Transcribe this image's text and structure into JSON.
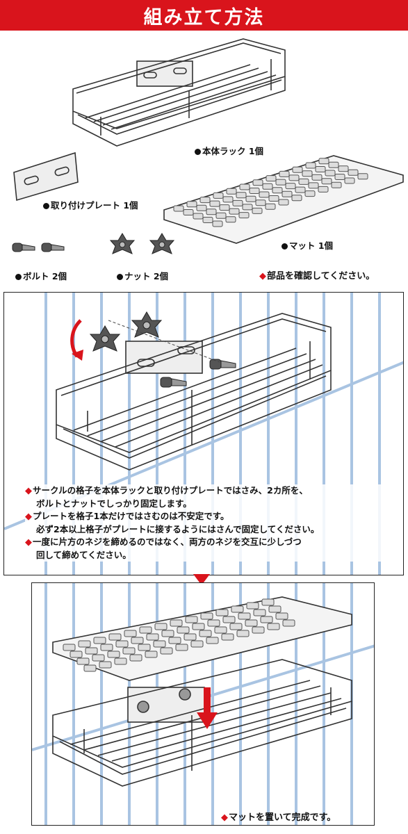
{
  "header": {
    "title": "組み立て方法"
  },
  "parts": {
    "rack": "本体ラック 1個",
    "plate": "取り付けプレート 1個",
    "mat": "マット 1個",
    "bolt": "ボルト 2個",
    "nut": "ナット 2個",
    "confirm": "部品を確認してください。"
  },
  "step1": {
    "notes": [
      {
        "line1": "サークルの格子を本体ラックと取り付けプレートではさみ、2カ所を、",
        "line2": "ボルトとナットでしっかり固定します。"
      },
      {
        "line1": "プレートを格子1本だけではさむのは不安定です。",
        "line2": "必ず2本以上格子がプレートに接するようにはさんで固定してください。"
      },
      {
        "line1": "一度に片方のネジを締めるのではなく、両方のネジを交互に少しづつ",
        "line2": "回して締めてください。"
      }
    ]
  },
  "step2": {
    "complete": "マットを置いて完成です。"
  },
  "colors": {
    "accent": "#d9141c",
    "grid": "#a9c4e2"
  }
}
